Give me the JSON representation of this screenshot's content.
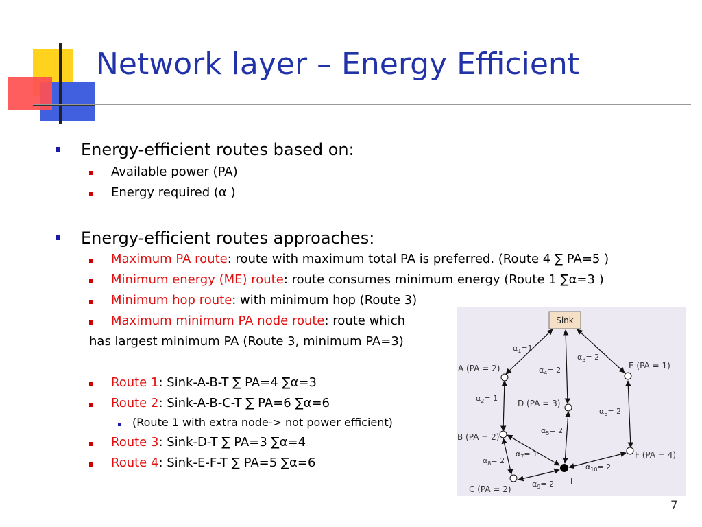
{
  "slide": {
    "title": "Network layer – Energy Efficient",
    "page_number": "7"
  },
  "section1": {
    "heading": "Energy-efficient routes based on:",
    "items": [
      "Available power (PA)",
      "Energy required (α )"
    ]
  },
  "section2": {
    "heading": "Energy-efficient routes approaches:",
    "approaches": [
      {
        "name": "Maximum PA route",
        "desc": ": route with maximum total PA is preferred. (Route 4 ∑ PA=5 )"
      },
      {
        "name": "Minimum energy (ME) route",
        "desc": ": route consumes minimum energy (Route 1 ∑α=3 )"
      },
      {
        "name": "Minimum hop route",
        "desc": ": with minimum hop (Route 3)"
      },
      {
        "name": "Maximum minimum PA node route",
        "desc": ": route which"
      }
    ],
    "continuation": "has largest minimum PA  (Route 3, minimum PA=3)",
    "routes": [
      {
        "name": "Route 1",
        "desc": ": Sink-A-B-T  ∑ PA=4    ∑α=3"
      },
      {
        "name": "Route 2",
        "desc": ": Sink-A-B-C-T  ∑ PA=6    ∑α=6"
      },
      {
        "name": "Route 3",
        "desc": ": Sink-D-T  ∑ PA=3    ∑α=4"
      },
      {
        "name": "Route 4",
        "desc": ": Sink-E-F-T  ∑ PA=5    ∑α=6"
      }
    ],
    "route2_note": "(Route 1 with extra node-> not power efficient)"
  },
  "diagram": {
    "sink": "Sink",
    "nodes": {
      "A": "A (PA = 2)",
      "B": "B (PA = 2)",
      "C": "C (PA = 2)",
      "D": "D (PA = 3)",
      "E": "E (PA = 1)",
      "F": "F (PA = 4)",
      "T": "T"
    },
    "edges": [
      {
        "sym": "α",
        "sub": "1",
        "val": "=1"
      },
      {
        "sym": "α",
        "sub": "2",
        "val": "= 1"
      },
      {
        "sym": "α",
        "sub": "3",
        "val": "= 2"
      },
      {
        "sym": "α",
        "sub": "4",
        "val": "= 2"
      },
      {
        "sym": "α",
        "sub": "5",
        "val": "= 2"
      },
      {
        "sym": "α",
        "sub": "6",
        "val": "= 2"
      },
      {
        "sym": "α",
        "sub": "7",
        "val": "= 1"
      },
      {
        "sym": "α",
        "sub": "8",
        "val": "= 2"
      },
      {
        "sym": "α",
        "sub": "9",
        "val": "= 2"
      },
      {
        "sym": "α",
        "sub": "10",
        "val": "= 2"
      }
    ]
  },
  "colors": {
    "title": "#2233aa",
    "highlight": "#e01010",
    "bullet": "#1a1aa6",
    "diagram_bg": "#ede9f2"
  }
}
